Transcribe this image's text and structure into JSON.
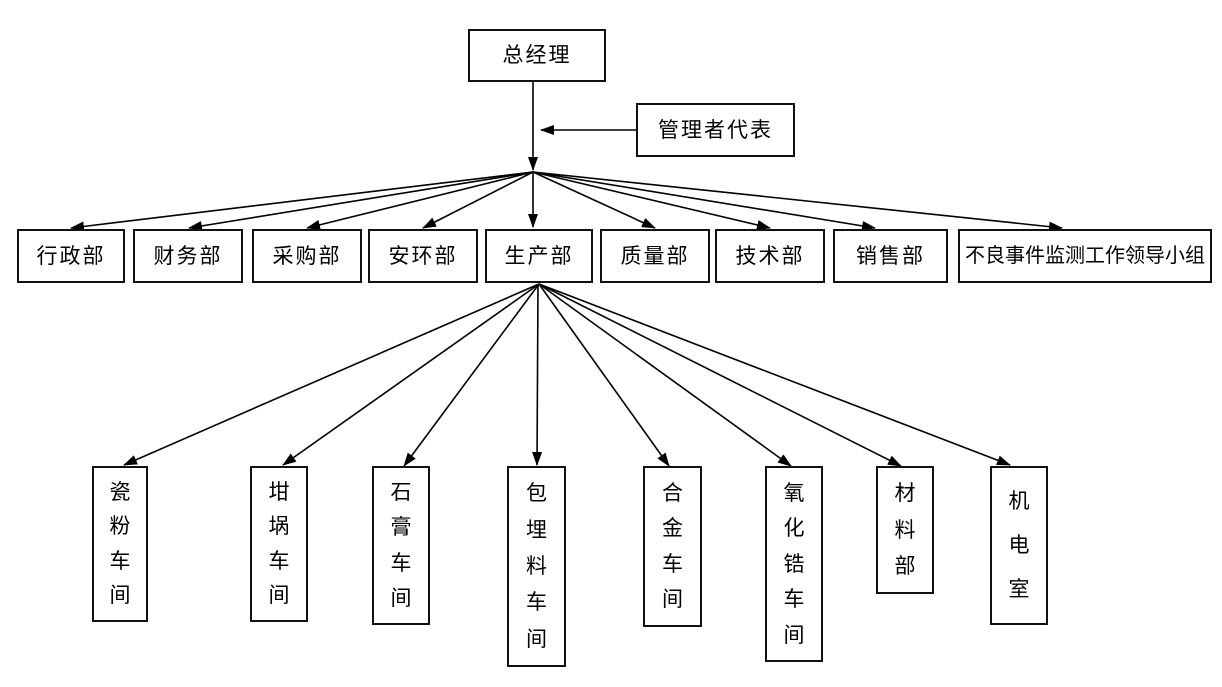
{
  "org_chart": {
    "top": {
      "label": "总经理"
    },
    "representative": {
      "label": "管理者代表"
    },
    "departments": [
      "行政部",
      "财务部",
      "采购部",
      "安环部",
      "生产部",
      "质量部",
      "技术部",
      "销售部",
      "不良事件监测工作领导小组"
    ],
    "production_sub_units": [
      "瓷粉车间",
      "坩埚车间",
      "石膏车间",
      "包埋料车间",
      "合金车间",
      "氧化锆车间",
      "材料部",
      "机电室"
    ]
  },
  "colors": {
    "line": "#000000",
    "box_border": "#111111",
    "background": "#ffffff",
    "text": "#000000"
  }
}
